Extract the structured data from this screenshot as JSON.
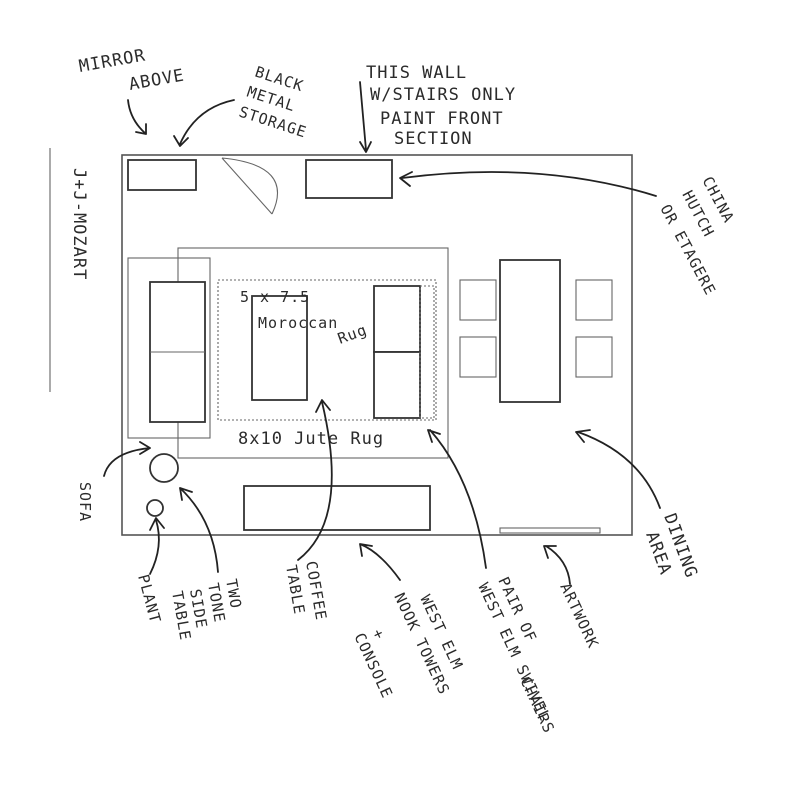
{
  "title": "J+J-MOZART",
  "labels": {
    "mirror_above": [
      "MIRROR",
      "ABOVE"
    ],
    "black_metal_storage": [
      "BLACK",
      "METAL",
      "STORAGE"
    ],
    "this_wall": [
      "THIS WALL",
      "W/STAIRS ONLY",
      "PAINT FRONT",
      "SECTION"
    ],
    "china_hutch": [
      "CHINA",
      "HUTCH",
      "OR ETAGERE"
    ],
    "moroccan_rug": [
      "5 x 7.5",
      "Moroccan",
      "Rug"
    ],
    "jute_rug": "8x10 Jute Rug",
    "sofa": "SOFA",
    "plant": "PLANT",
    "side_table": [
      "TWO",
      "TONE",
      "SIDE",
      "TABLE"
    ],
    "coffee_table": [
      "COFFEE",
      "TABLE"
    ],
    "nook_towers": [
      "WEST ELM",
      "NOOK TOWERS",
      "+",
      "CONSOLE"
    ],
    "swivel_chairs": [
      "PAIR OF",
      "WEST ELM SWIVEL",
      "CHAIRS"
    ],
    "artwork": "ARTWORK",
    "dining_area": [
      "DINING",
      "AREA"
    ]
  }
}
